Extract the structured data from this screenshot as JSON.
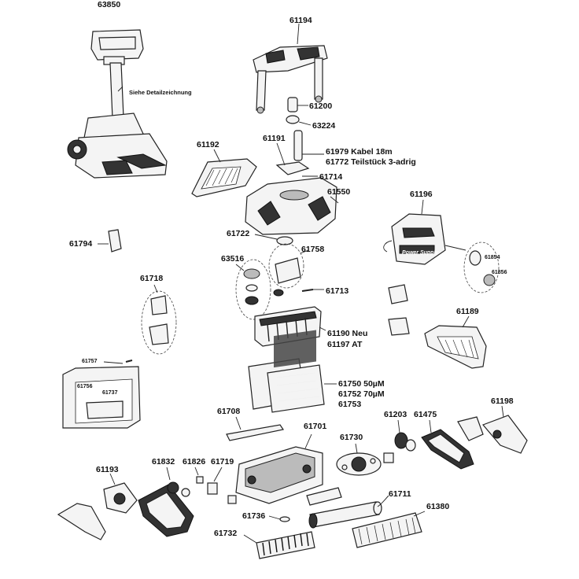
{
  "labels": {
    "p63850": "63850",
    "p61194": "61194",
    "note_detail": "Siehe Detailzeichnung",
    "p61200": "61200",
    "p63224": "63224",
    "p61192": "61192",
    "p61191": "61191",
    "p61979": "61979 Kabel 18m",
    "p61772": "61772 Teilstück 3-adrig",
    "p61714": "61714",
    "p61550": "61550",
    "p61196": "61196",
    "p61794": "61794",
    "p61722": "61722",
    "p61758": "61758",
    "p63516": "63516",
    "p61854": "61854",
    "p61856": "61856",
    "p61718": "61718",
    "p61713": "61713",
    "p61189": "61189",
    "p61190": "61190 Neu",
    "p61197": "61197 AT",
    "p61757": "61757",
    "p61756": "61756",
    "p61737": "61737",
    "p61750": "61750 50µM",
    "p61752": "61752 70µM",
    "p61753": "61753",
    "p61708": "61708",
    "p61701": "61701",
    "p61730": "61730",
    "p61203": "61203",
    "p61475": "61475",
    "p61198": "61198",
    "p61193": "61193",
    "p61832": "61832",
    "p61826": "61826",
    "p61719": "61719",
    "p61711": "61711",
    "p61380": "61380",
    "p61736": "61736",
    "p61732": "61732",
    "power_supply_text": "Power Supply"
  }
}
